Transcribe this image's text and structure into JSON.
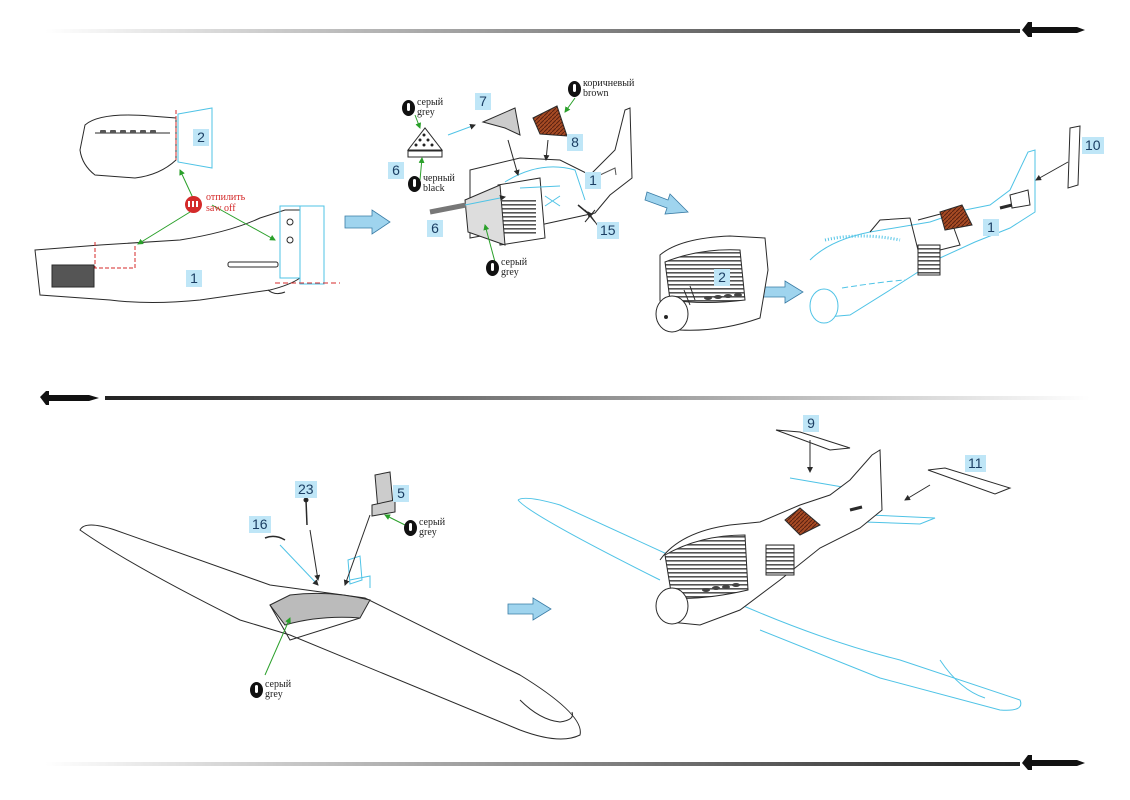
{
  "parts": {
    "p1_a": "1",
    "p2_a": "2",
    "p7": "7",
    "p8": "8",
    "p6_a": "6",
    "p6_b": "6",
    "p1_b": "1",
    "p15": "15",
    "p10": "10",
    "p2_b": "2",
    "p1_c": "1",
    "p9": "9",
    "p11": "11",
    "p23": "23",
    "p5": "5",
    "p16": "16"
  },
  "notes": {
    "saw_ru": "отпилить",
    "saw_en": "saw off",
    "grey_ru": "серый",
    "grey_en": "grey",
    "black_ru": "черный",
    "black_en": "black",
    "brown_ru": "коричневый",
    "brown_en": "brown"
  },
  "colors": {
    "line": "#2a2a2a",
    "cyan_highlight": "#4fc3e6",
    "label_bg": "#bfe6f7",
    "warning_red": "#d42a2a",
    "brown_paint": "#8b3e1e",
    "arrow_fill": "#9fd4ee"
  }
}
